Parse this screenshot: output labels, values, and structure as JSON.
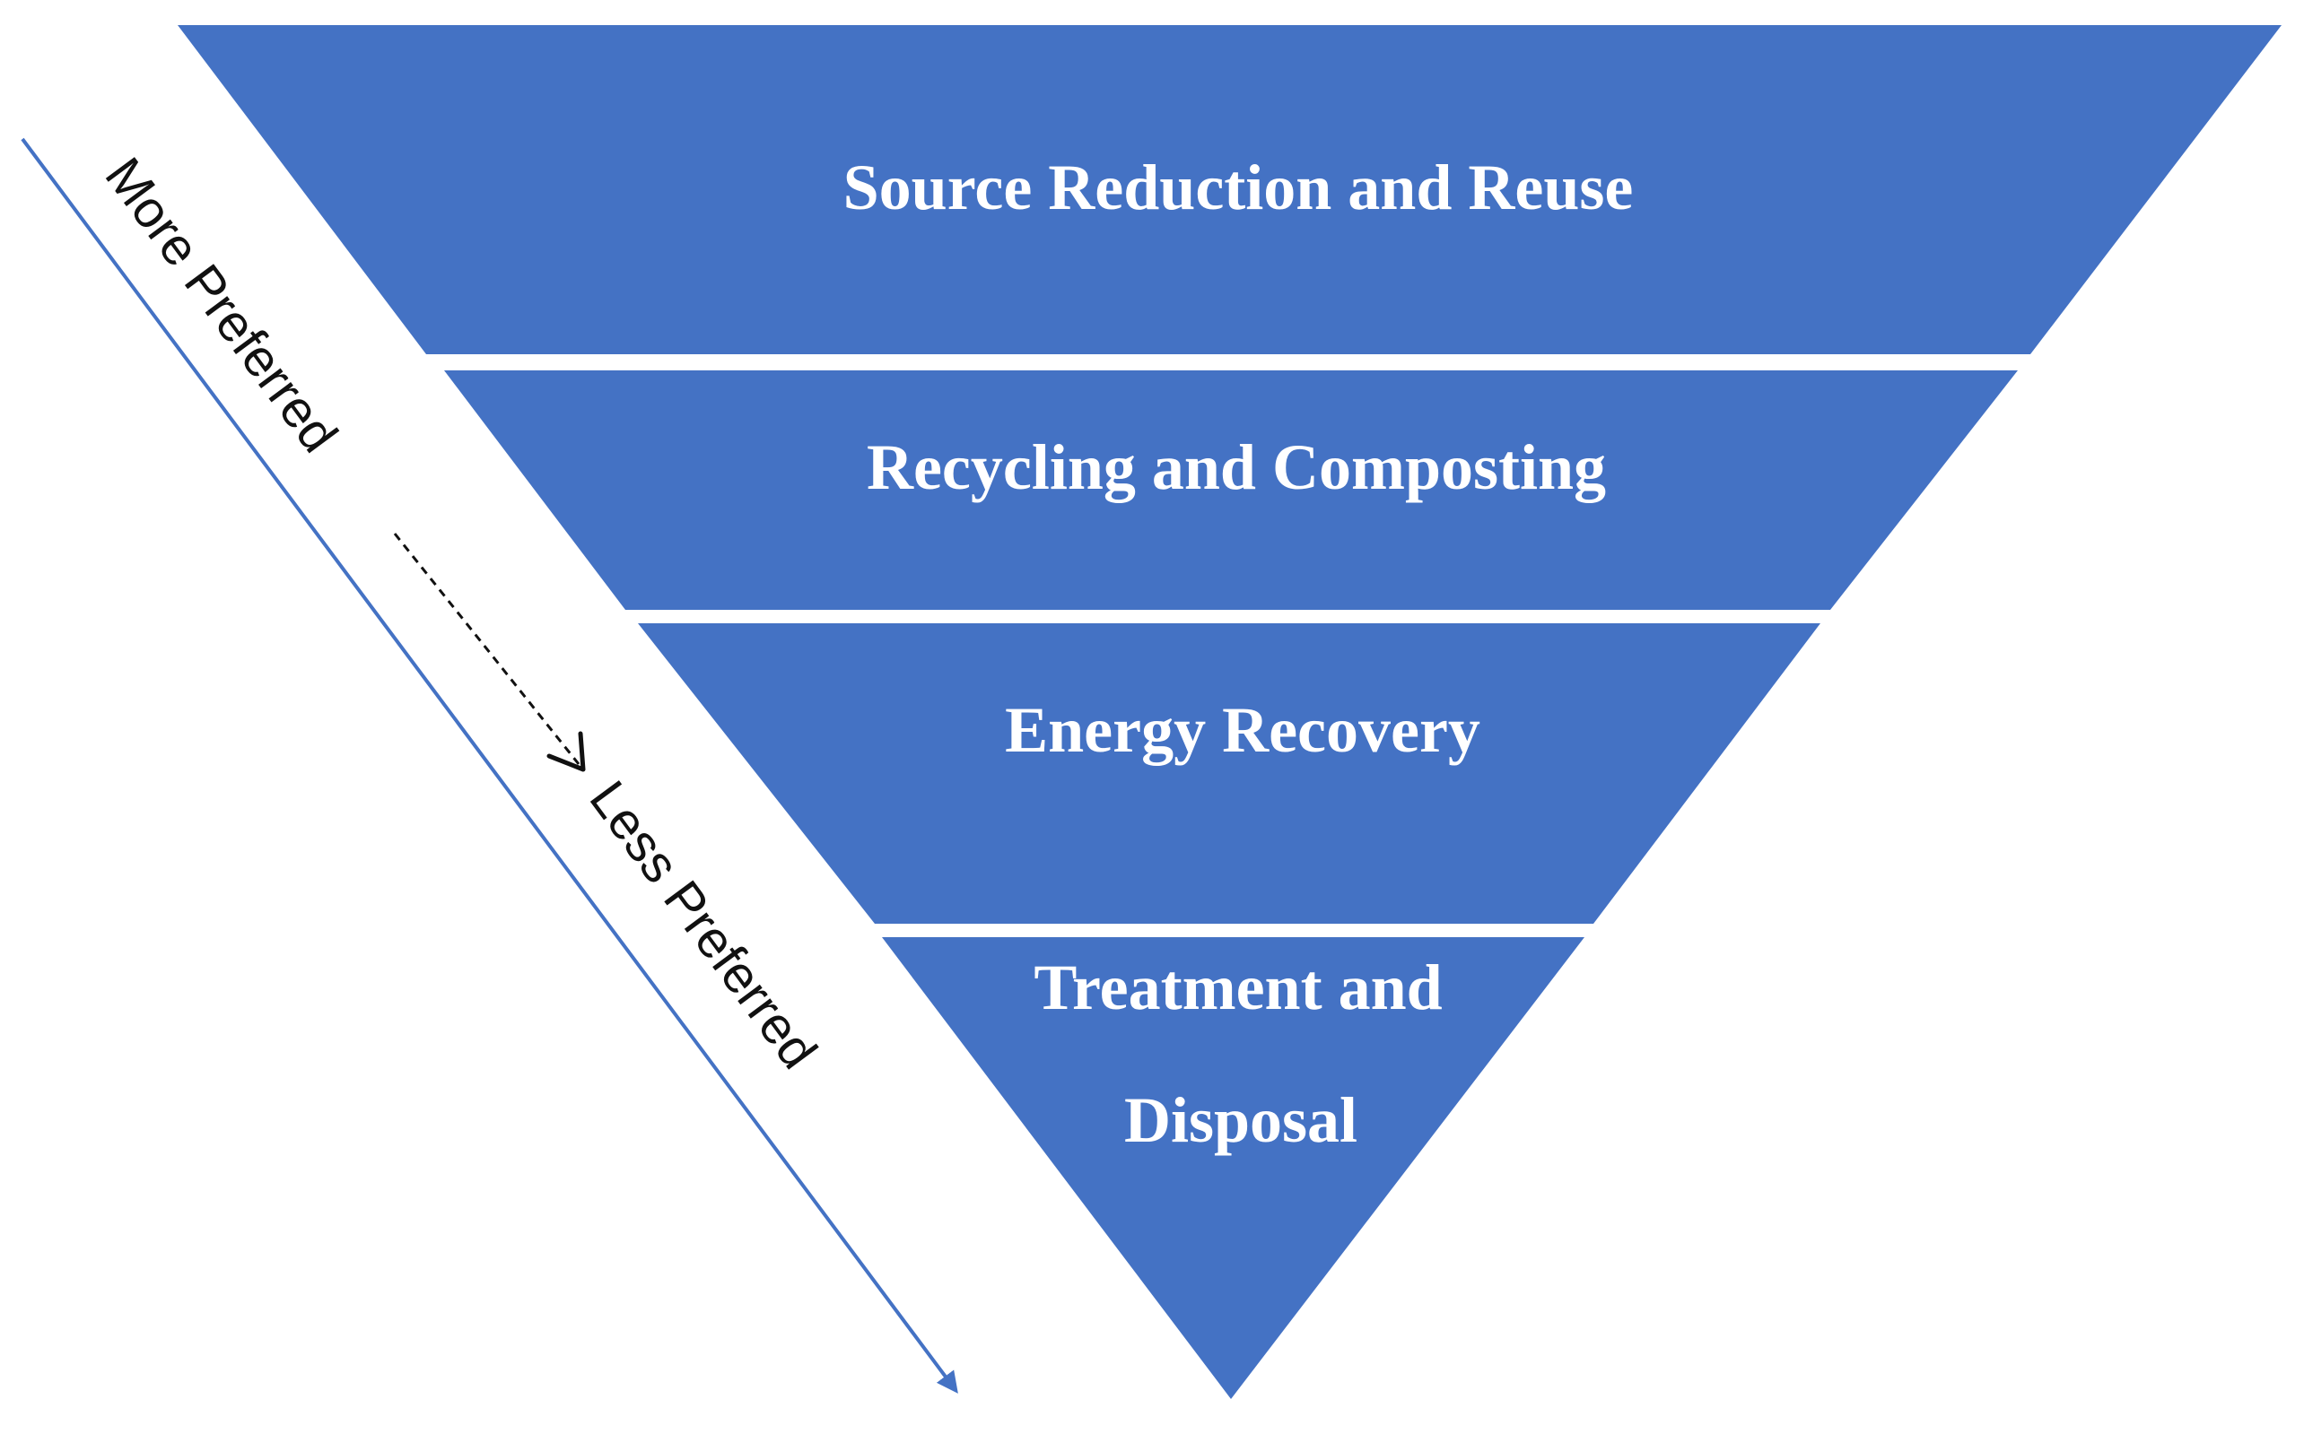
{
  "colors": {
    "tier_fill": "#4472C4",
    "tier_text": "#FFFFFF",
    "arrow": "#4472C4",
    "axis_text": "#111111"
  },
  "tiers": [
    {
      "label": "Source Reduction and Reuse"
    },
    {
      "label": "Recycling and Composting"
    },
    {
      "label": "Energy Recovery"
    },
    {
      "label_line1": "Treatment and",
      "label_line2": "Disposal"
    }
  ],
  "direction": {
    "more_label": "More Preferred",
    "less_label": "Less Preferred"
  }
}
